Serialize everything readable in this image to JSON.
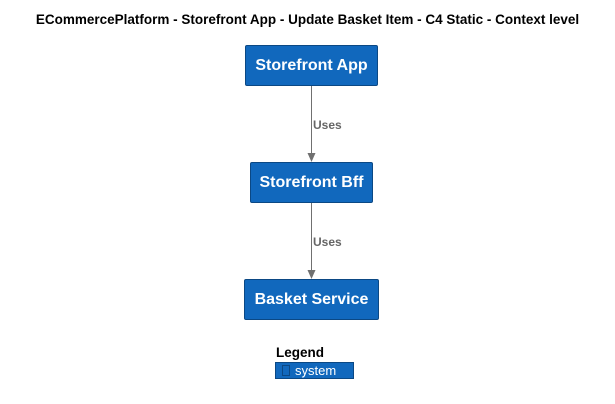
{
  "diagram": {
    "title": "ECommercePlatform - Storefront App - Update Basket Item - C4 Static - Context level",
    "nodes": {
      "storefront_app": "Storefront App",
      "storefront_bff": "Storefront Bff",
      "basket_service": "Basket Service"
    },
    "edges": [
      {
        "from": "storefront_app",
        "to": "storefront_bff",
        "label": "Uses"
      },
      {
        "from": "storefront_bff",
        "to": "basket_service",
        "label": "Uses"
      }
    ],
    "legend": {
      "title": "Legend",
      "items": [
        {
          "label": "system",
          "color": "#1168bd"
        }
      ]
    },
    "colors": {
      "system_fill": "#1168bd",
      "system_border": "#0b4884",
      "edge": "#707070",
      "edge_label": "#666666"
    }
  }
}
